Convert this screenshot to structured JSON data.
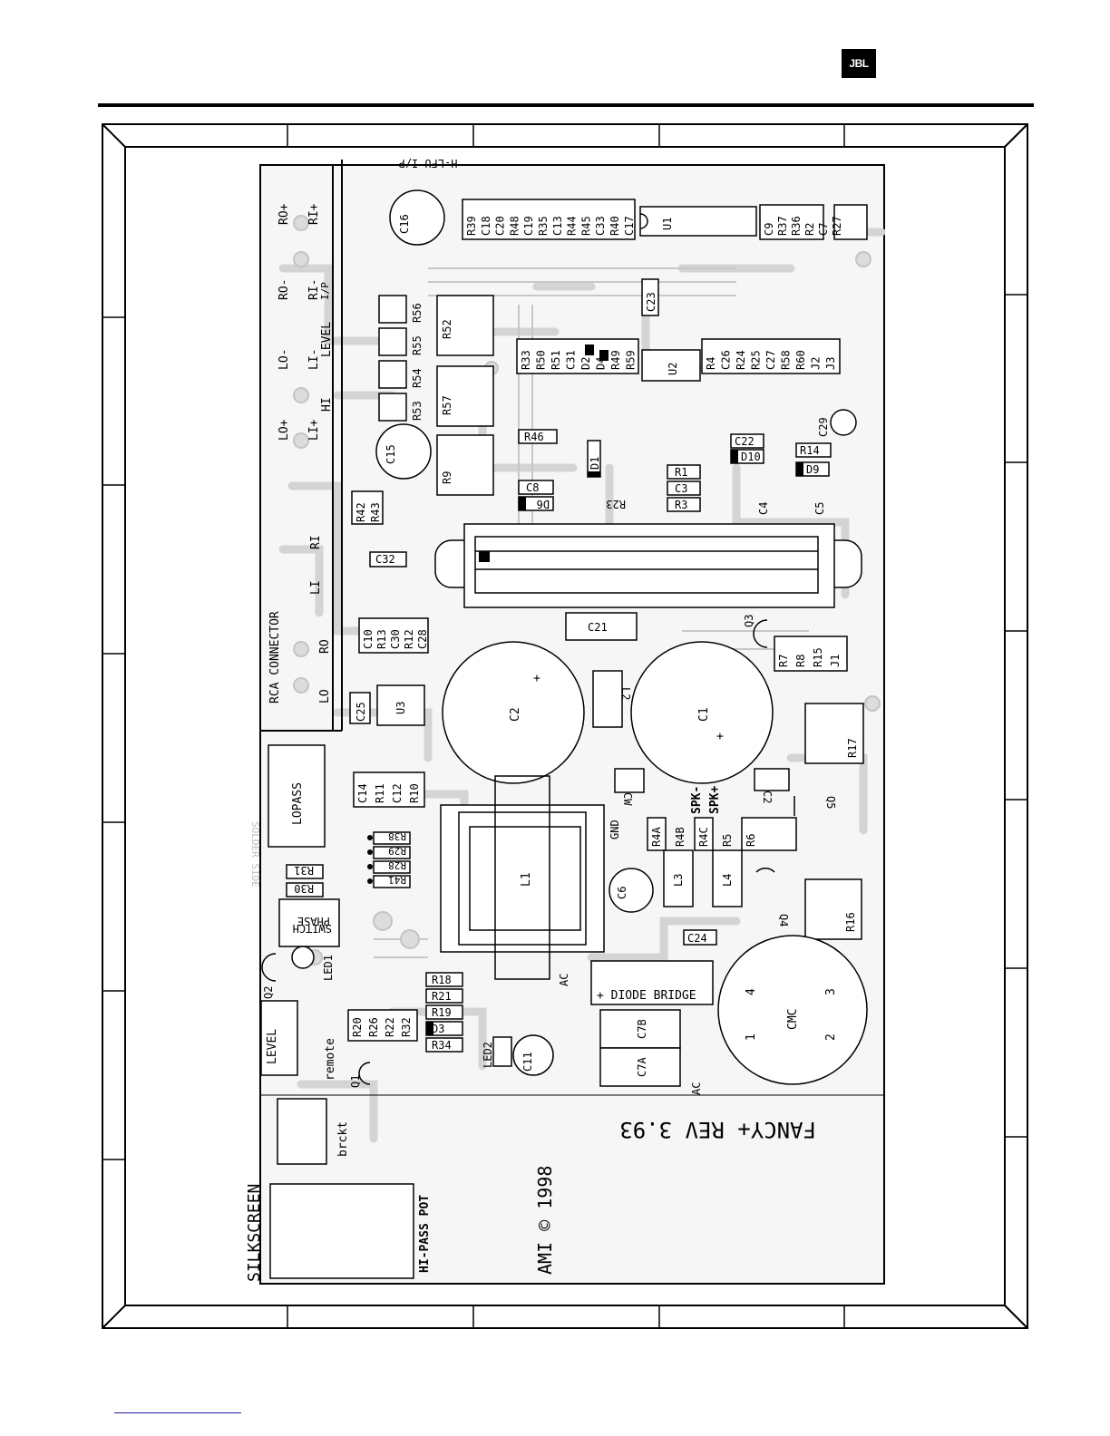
{
  "header": {
    "logo": "JBL"
  },
  "pcb": {
    "title": "SILKSCREEN",
    "board_label": "FANCY+   REV 3.93",
    "copyright": "AMI © 1998",
    "rca_connector": "RCA CONNECTOR",
    "rca_pins": [
      "LO",
      "RO",
      "LI",
      "RI"
    ],
    "io_labels": [
      "LO+",
      "LI+",
      "HI",
      "LO-",
      "LI-",
      "LEVEL",
      "RO-",
      "RI-",
      "I/P",
      "RO+",
      "RI+"
    ],
    "lopass": "LOPASS",
    "phase_switch": [
      "PHASE",
      "SWITCH"
    ],
    "level": "LEVEL",
    "remote": "remote",
    "brckt": "brckt",
    "hipass_pot": "HI-PASS POT",
    "solder_side": "SOLDER SIDE",
    "diode_bridge": "+ DIODE BRIDGE",
    "cmc": "CMC",
    "cmc_pins": [
      "1",
      "2",
      "3",
      "4"
    ],
    "gnd": "GND",
    "ac": "AC",
    "spk": [
      "SPK-",
      "SPK+"
    ],
    "top_label": "H-LFU I/P",
    "components": {
      "top_row": [
        "R39",
        "C18",
        "C20",
        "R48",
        "C19",
        "R35",
        "C13",
        "R44",
        "R45",
        "C33",
        "R40",
        "C17"
      ],
      "u1": "U1",
      "right_top": [
        "C9",
        "R37",
        "R36",
        "R2",
        "C7",
        "R27"
      ],
      "mid_row_a": [
        "R33",
        "R50",
        "R51",
        "C31",
        "D2",
        "D4",
        "R49",
        "R59"
      ],
      "u2": "U2",
      "mid_row_b": [
        "R4",
        "C26",
        "R24",
        "R25",
        "C27",
        "R58",
        "R60",
        "J2",
        "J3"
      ],
      "c23": "C23",
      "c16": "C16",
      "c15": "C15",
      "r_stack": [
        "R56",
        "R55",
        "R54",
        "R53"
      ],
      "r52": "R52",
      "r57": "R57",
      "r9": "R9",
      "r46": "R46",
      "d1": "D1",
      "c8": "C8",
      "d6": "D6",
      "r23": "R23",
      "r1": "R1",
      "c3": "C3",
      "r3": "R3",
      "c4": "C4",
      "c5": "C5",
      "c22": "C22",
      "d10": "D10",
      "r14": "R14",
      "d9": "D9",
      "c29": "C29",
      "r42": "R42",
      "r43": "R43",
      "c32": "C32",
      "mid_cluster": [
        "C10",
        "R13",
        "C30",
        "R12",
        "C28"
      ],
      "c21": "C21",
      "q3": "Q3",
      "right_cluster": [
        "R7",
        "R8",
        "R15",
        "J1"
      ],
      "c2": "C2",
      "c1": "C1",
      "l2": "L2",
      "c25": "C25",
      "u3": "U3",
      "lower_cluster": [
        "C14",
        "R11",
        "C12",
        "R10"
      ],
      "cw": "CW",
      "cz": "C2",
      "q5": "Q5",
      "r17": "R17",
      "r4_group": [
        "R4A",
        "R4B",
        "R4C",
        "R5",
        "R6"
      ],
      "r38_group": [
        "R38",
        "R29",
        "R28",
        "R41"
      ],
      "r31": "R31",
      "r30": "R30",
      "l1": "L1",
      "c6": "C6",
      "l3": "L3",
      "l4": "L4",
      "q4": "Q4",
      "r16": "R16",
      "c24": "C24",
      "led1": "LED1",
      "q2": "Q2",
      "bottom_cluster": [
        "R18",
        "R21",
        "R19",
        "D3",
        "R34"
      ],
      "bottom_r": [
        "R20",
        "R26",
        "R22",
        "R32"
      ],
      "led2": "LED2",
      "c11": "C11",
      "c7b": "C7B",
      "c7a": "C7A",
      "q1": "Q1"
    }
  }
}
